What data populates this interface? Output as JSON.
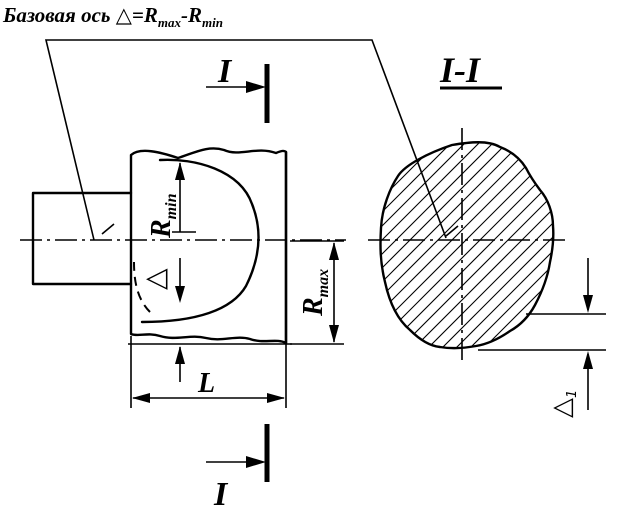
{
  "caption": {
    "prefix": "Базовая ось ",
    "delta": "△",
    "eq": "=R",
    "max_sub": "max",
    "minus": "-R",
    "min_sub": "min"
  },
  "labels": {
    "section_top": "I",
    "section_bottom": "I",
    "section_title": "I-I",
    "r_min": "R",
    "r_min_sub": "min",
    "r_max": "R",
    "r_max_sub": "max",
    "delta": "△",
    "length": "L",
    "delta1": "△",
    "delta1_sub": "1"
  }
}
